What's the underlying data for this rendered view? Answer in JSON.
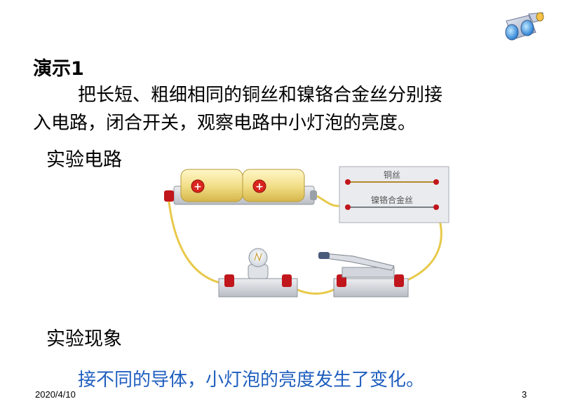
{
  "slide": {
    "title": "演示1",
    "paragraph_line1": "把长短、粗细相同的铜丝和镍铬合金丝分别接",
    "paragraph_line2": "入电路，闭合开关，观察电路中小灯泡的亮度。",
    "circuit_heading": "实验电路",
    "phenomenon_heading": "实验现象",
    "conclusion": "接不同的导体，小灯泡的亮度发生了变化。",
    "date": "2020/4/10",
    "page_number": "3"
  },
  "circuit": {
    "wire_label_copper": "铜丝",
    "wire_label_nichrome": "镍铬合金丝",
    "battery_sign": "+"
  },
  "logo": {
    "icon": "binoculars-icon"
  },
  "colors": {
    "conclusion_text": "#1f5fbf",
    "wire": "#e8c94a",
    "battery": "#f3e08a",
    "terminal_red": "#c0161c",
    "board": "#d6d8dc"
  }
}
